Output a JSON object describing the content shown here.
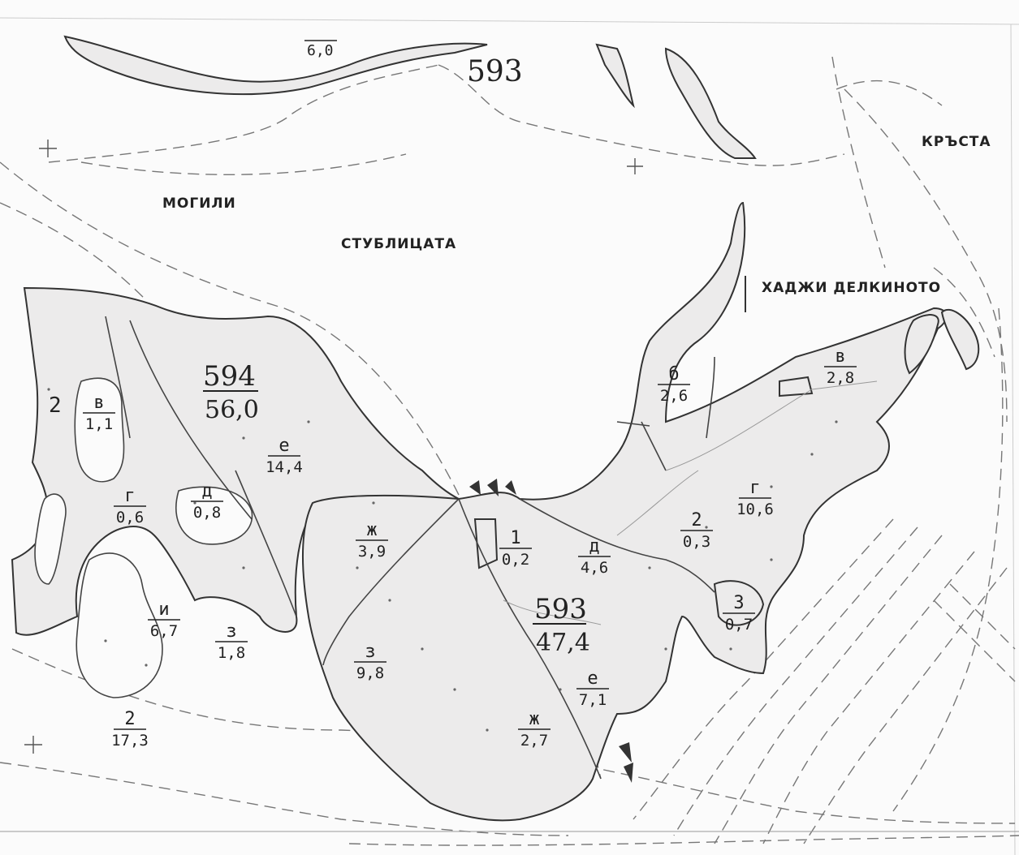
{
  "places": {
    "mogili": "МОГИЛИ",
    "stublitsata": "СТУБЛИЦАТА",
    "krasta": "КРЪСТА",
    "hadzhi": "ХАДЖИ ДЕЛКИНОТО"
  },
  "sections": {
    "s593_top": "593",
    "s594_num": "594",
    "s594_area": "56,0",
    "s593_num": "593",
    "s593_area": "47,4"
  },
  "plots": [
    {
      "id": "v_left",
      "letter": "в",
      "area": "1,1"
    },
    {
      "id": "g_left",
      "letter": "г",
      "area": "0,6"
    },
    {
      "id": "d_left",
      "letter": "д",
      "area": "0,8"
    },
    {
      "id": "e_left",
      "letter": "е",
      "area": "14,4"
    },
    {
      "id": "i_left",
      "letter": "и",
      "area": "6,7"
    },
    {
      "id": "z_left",
      "letter": "з",
      "area": "1,8"
    },
    {
      "id": "two_bottom",
      "letter": "2",
      "area": "17,3"
    },
    {
      "id": "zh_mid",
      "letter": "ж",
      "area": "3,9"
    },
    {
      "id": "z_mid",
      "letter": "з",
      "area": "9,8"
    },
    {
      "id": "one_mid",
      "letter": "1",
      "area": "0,2"
    },
    {
      "id": "d_mid",
      "letter": "д",
      "area": "4,6"
    },
    {
      "id": "e_mid",
      "letter": "е",
      "area": "7,1"
    },
    {
      "id": "zh_bottom",
      "letter": "ж",
      "area": "2,7"
    },
    {
      "id": "b_right",
      "letter": "б",
      "area": "2,6"
    },
    {
      "id": "v_right",
      "letter": "в",
      "area": "2,8"
    },
    {
      "id": "g_right",
      "letter": "г",
      "area": "10,6"
    },
    {
      "id": "two_right",
      "letter": "2",
      "area": "0,3"
    },
    {
      "id": "z_right",
      "letter": "3",
      "area": "0,7"
    }
  ],
  "misc": {
    "top_value": "6,0",
    "left_two": "2"
  }
}
